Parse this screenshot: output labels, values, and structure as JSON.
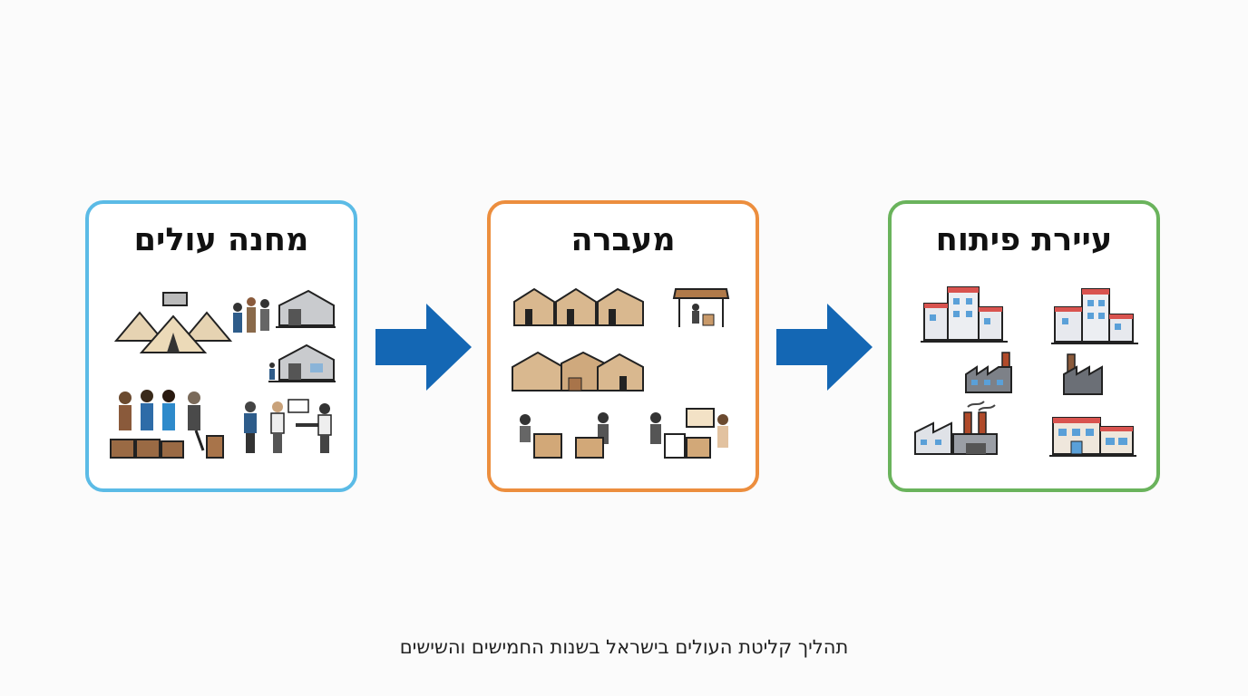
{
  "diagram": {
    "stages": [
      {
        "id": "camp",
        "title": "מחנה עולים",
        "color": "#5bbbe6",
        "icons": [
          "tents-icon",
          "immigrant-family-icon",
          "barracks-icon",
          "immigrants-with-luggage-icon",
          "officials-reception-icon"
        ]
      },
      {
        "id": "maabara",
        "title": "מעברה",
        "color": "#ec8e3e",
        "icons": [
          "huts-icon",
          "market-stall-icon",
          "shacks-icon",
          "workers-icon",
          "craftsmen-icon"
        ]
      },
      {
        "id": "town",
        "title": "עיירת פיתוח",
        "color": "#6ab35c",
        "icons": [
          "apartment-blocks-icon",
          "factory-icon",
          "industrial-plant-icon",
          "commercial-buildings-icon"
        ]
      }
    ],
    "arrow_color": "#1467b4",
    "caption": "תהליך קליטת העולים בישראל בשנות החמישים והשישים"
  }
}
